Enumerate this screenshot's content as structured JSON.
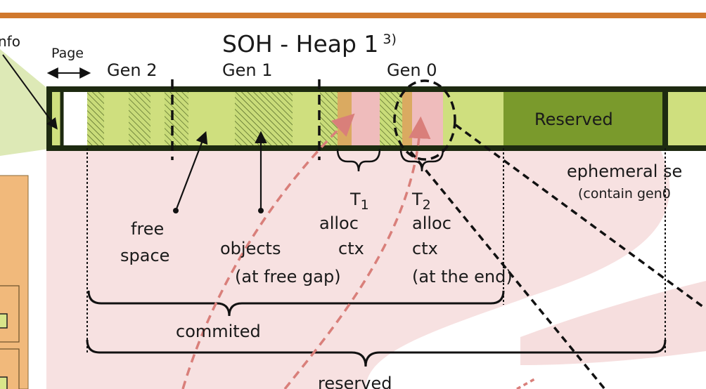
{
  "title": "SOH - Heap 1",
  "title_superscript": "3)",
  "labels": {
    "info_fragment": "nfo",
    "page": "Page",
    "gen2": "Gen 2",
    "gen1": "Gen 1",
    "gen0": "Gen 0",
    "reserved_block": "Reserved",
    "free_space_line1": "free",
    "free_space_line2": "space",
    "objects": "objects",
    "t1": "T",
    "t1_sub": "1",
    "t1_alloc": "alloc",
    "t1_ctx": "ctx",
    "t1_note": "(at free gap)",
    "t2": "T",
    "t2_sub": "2",
    "t2_alloc": "alloc",
    "t2_ctx": "ctx",
    "t2_note": "(at the end)",
    "ephemeral": "ephemeral se",
    "ephemeral_note": "(contain gen0",
    "commited": "commited",
    "reserved_bottom": "reserved"
  },
  "colors": {
    "top_rule": "#d0782c",
    "segment_fill": "#cfdf7e",
    "segment_border": "#1d2a10",
    "reserved_fill": "#7a9a2c",
    "hatch_fill": "#c9dc79",
    "hatch_line": "#3d5218",
    "alloc_pink": "#efbcbc",
    "alloc_orange": "#dca15c",
    "dashed_pink": "#d97f7a",
    "bg_pink": "#f6dede",
    "left_box": "#f1b97b"
  }
}
